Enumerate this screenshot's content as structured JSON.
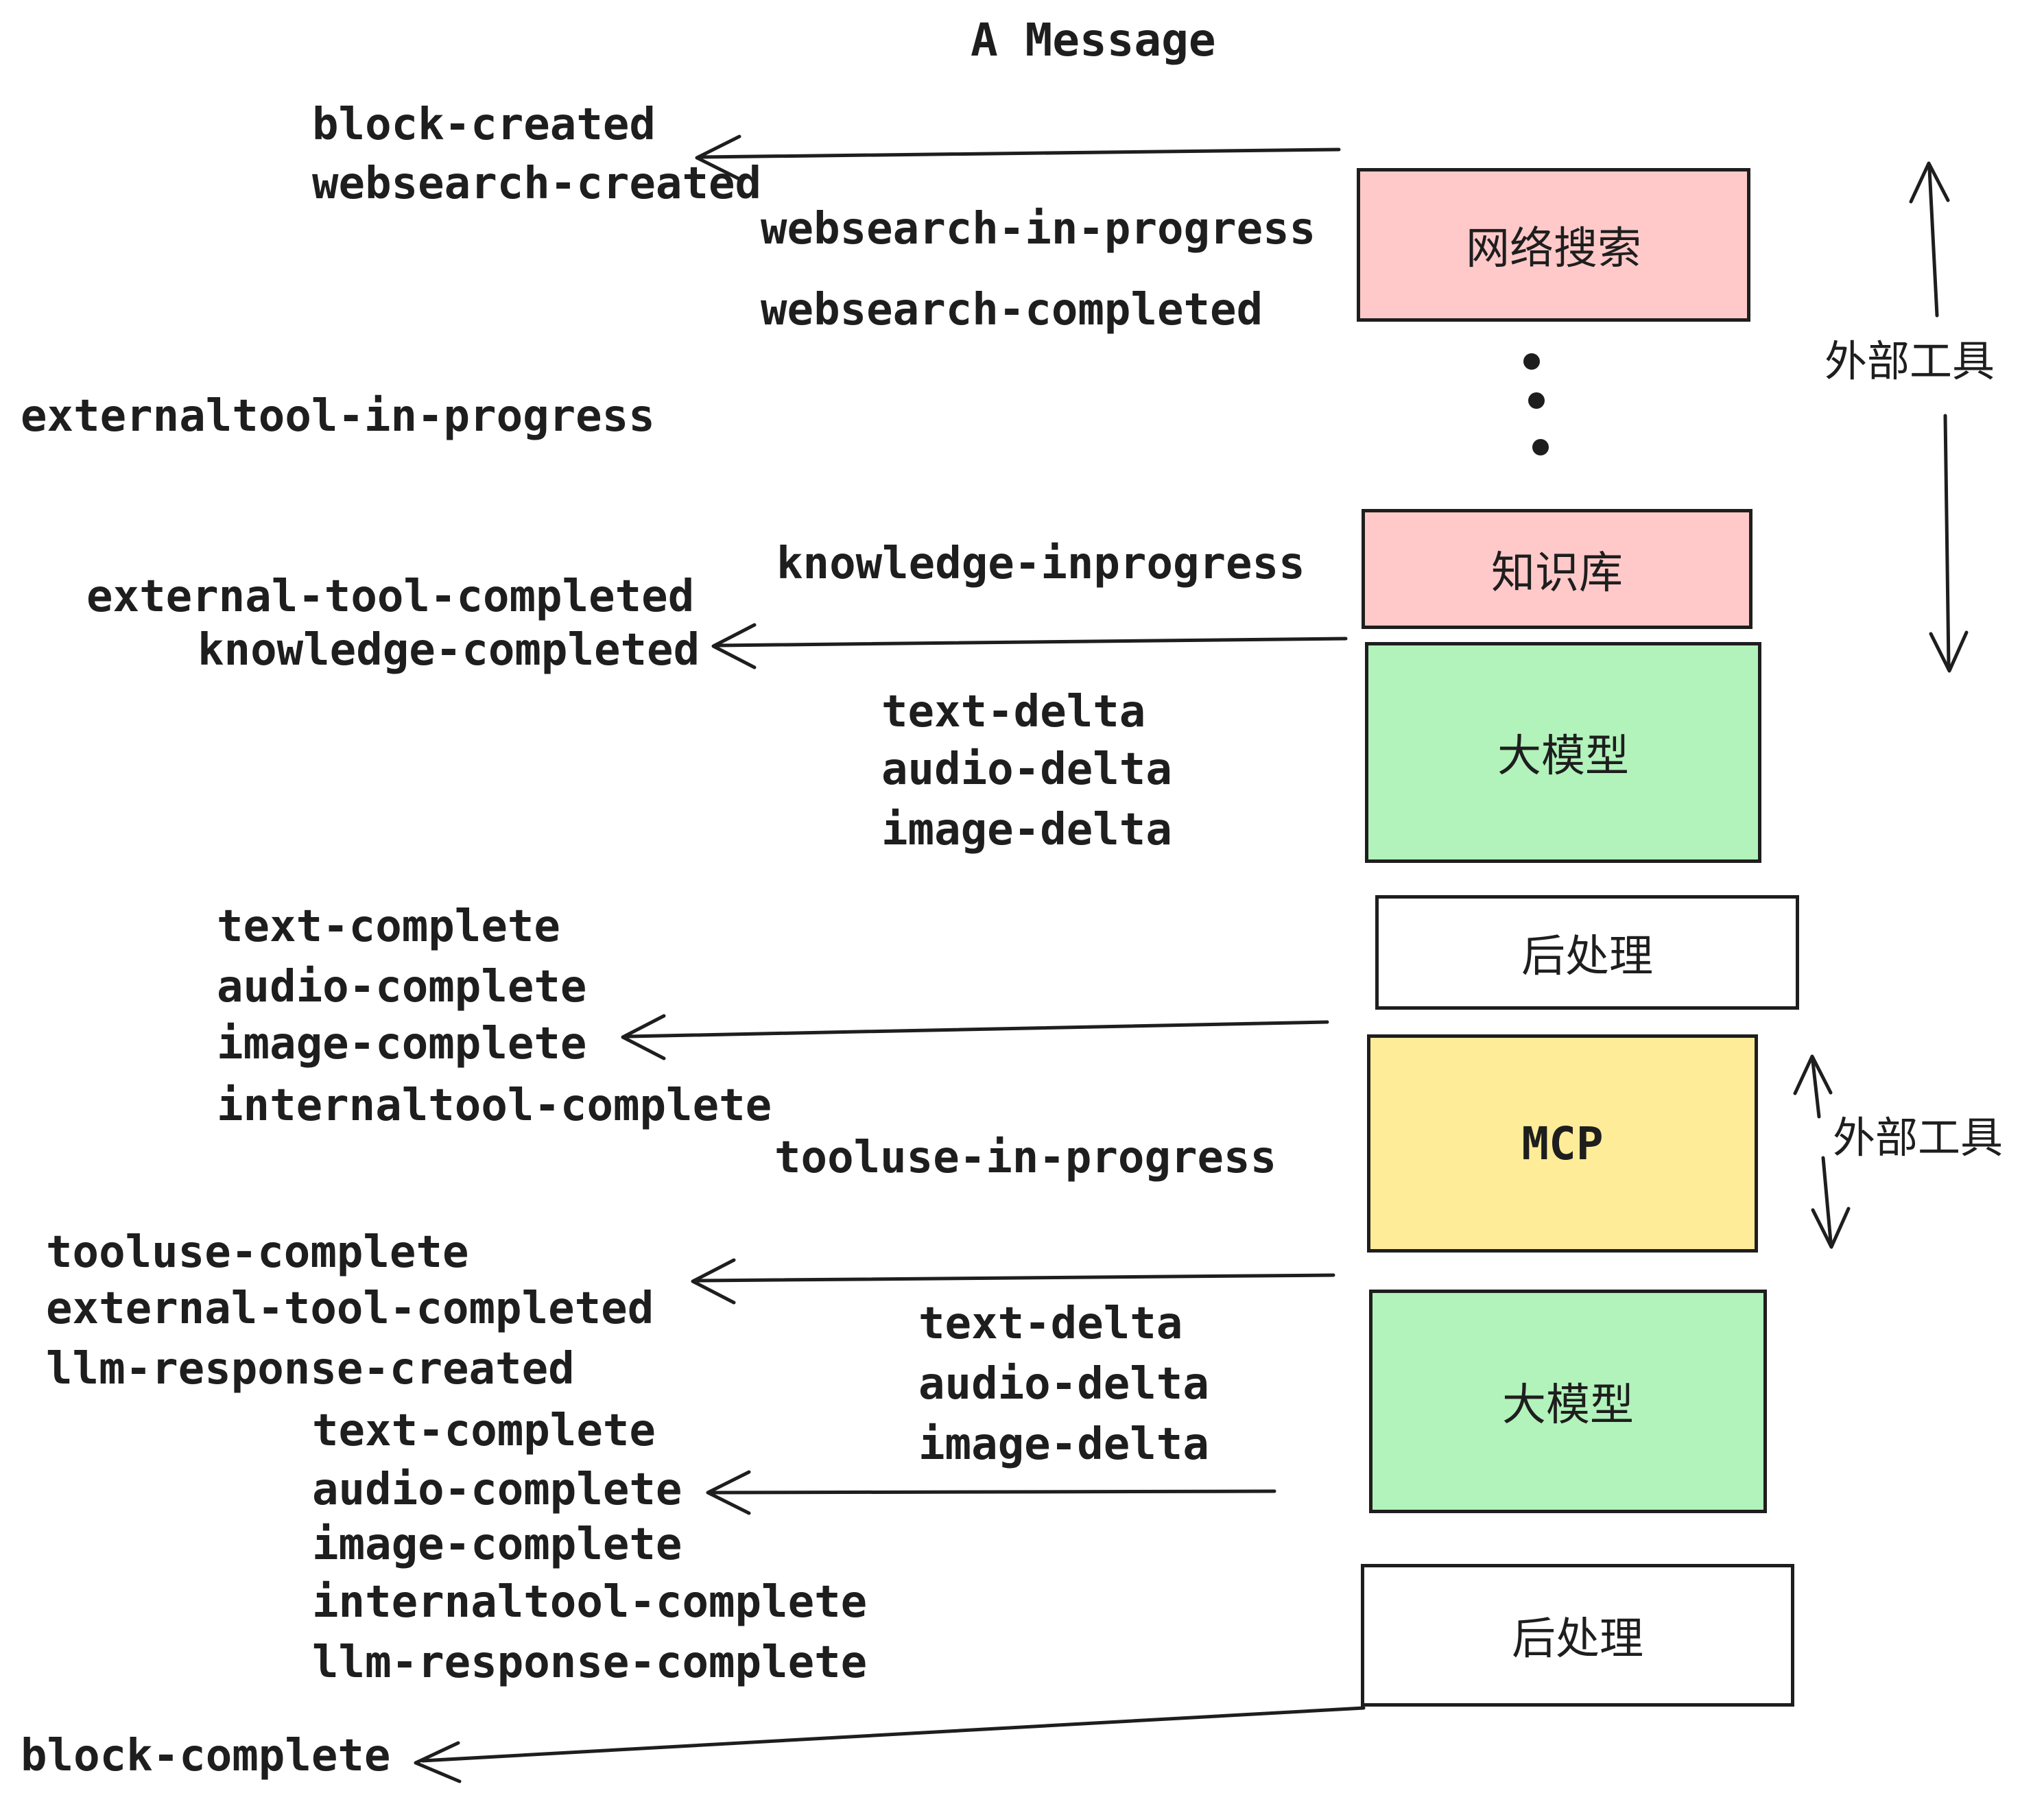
{
  "title": "A Message",
  "colors": {
    "pink": "#FFC9C9",
    "green": "#B2F2BB",
    "yellow": "#FFEC99",
    "white": "#FFFFFF",
    "stroke": "#1E1E1E"
  },
  "nodes": [
    {
      "label": "网络搜索",
      "color": "pink"
    },
    {
      "label": "知识库",
      "color": "pink"
    },
    {
      "label": "大模型",
      "color": "green"
    },
    {
      "label": "后处理",
      "color": "white"
    },
    {
      "label": "MCP",
      "color": "yellow"
    },
    {
      "label": "大模型",
      "color": "green"
    },
    {
      "label": "后处理",
      "color": "white"
    }
  ],
  "side_labels": {
    "external_tools_top": "外部工具",
    "external_tools_mcp": "外部工具"
  },
  "events": [
    "block-created",
    "websearch-created",
    "websearch-in-progress",
    "websearch-completed",
    "externaltool-in-progress",
    "knowledge-inprogress",
    "external-tool-completed",
    "knowledge-completed",
    "text-delta",
    "audio-delta",
    "image-delta",
    "text-complete",
    "audio-complete",
    "image-complete",
    "internaltool-complete",
    "tooluse-in-progress",
    "tooluse-complete",
    "external-tool-completed",
    "llm-response-created",
    "text-delta",
    "audio-delta",
    "image-delta",
    "text-complete",
    "audio-complete",
    "image-complete",
    "internaltool-complete",
    "llm-response-complete",
    "block-complete"
  ]
}
